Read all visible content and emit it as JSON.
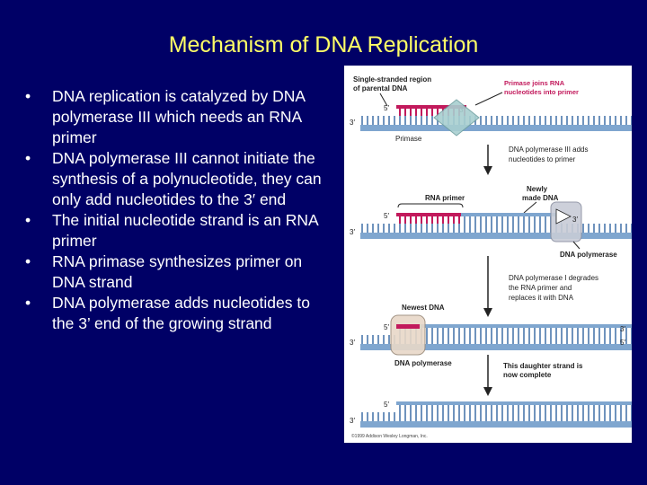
{
  "slide": {
    "title": "Mechanism of DNA Replication",
    "bullets": [
      "DNA replication is catalyzed by DNA polymerase III which needs an RNA primer",
      "DNA polymerase III cannot initiate the synthesis of a polynucleotide, they can only add nucleotides to the 3′ end",
      "The initial nucleotide strand is an RNA primer",
      "RNA primase synthesizes primer on DNA strand",
      "DNA polymerase adds nucleotides to the 3’ end of the growing strand"
    ],
    "bullet_char": "•"
  },
  "figure": {
    "single_stranded": "Single-stranded region",
    "parental": "of parental DNA",
    "primase_joins": "Primase joins RNA",
    "into_primer": "nucleotides into primer",
    "primase": "Primase",
    "caption1a": "DNA polymerase III adds",
    "caption1b": "nucleotides to primer",
    "rna_primer": "RNA primer",
    "newly": "Newly",
    "made_dna": "made DNA",
    "dna_polymerase": "DNA polymerase",
    "caption2a": "DNA polymerase I degrades",
    "caption2b": "the RNA primer and",
    "caption2c": "replaces it with DNA",
    "newest_dna": "Newest DNA",
    "dna_polymerase2": "DNA polymerase",
    "daughter1": "This daughter strand is",
    "daughter2": "now complete",
    "copyright": "©1999 Addison Wesley Longman, Inc.",
    "five_prime": "5′",
    "three_prime": "3′"
  },
  "colors": {
    "background": "#000066",
    "title": "#ffff66",
    "text": "#ffffff",
    "dna_strand": "#7fa6cf",
    "rna_primer": "#cc1166",
    "primase": "#a8cfd0",
    "polymerase": "#c8ccd6"
  }
}
